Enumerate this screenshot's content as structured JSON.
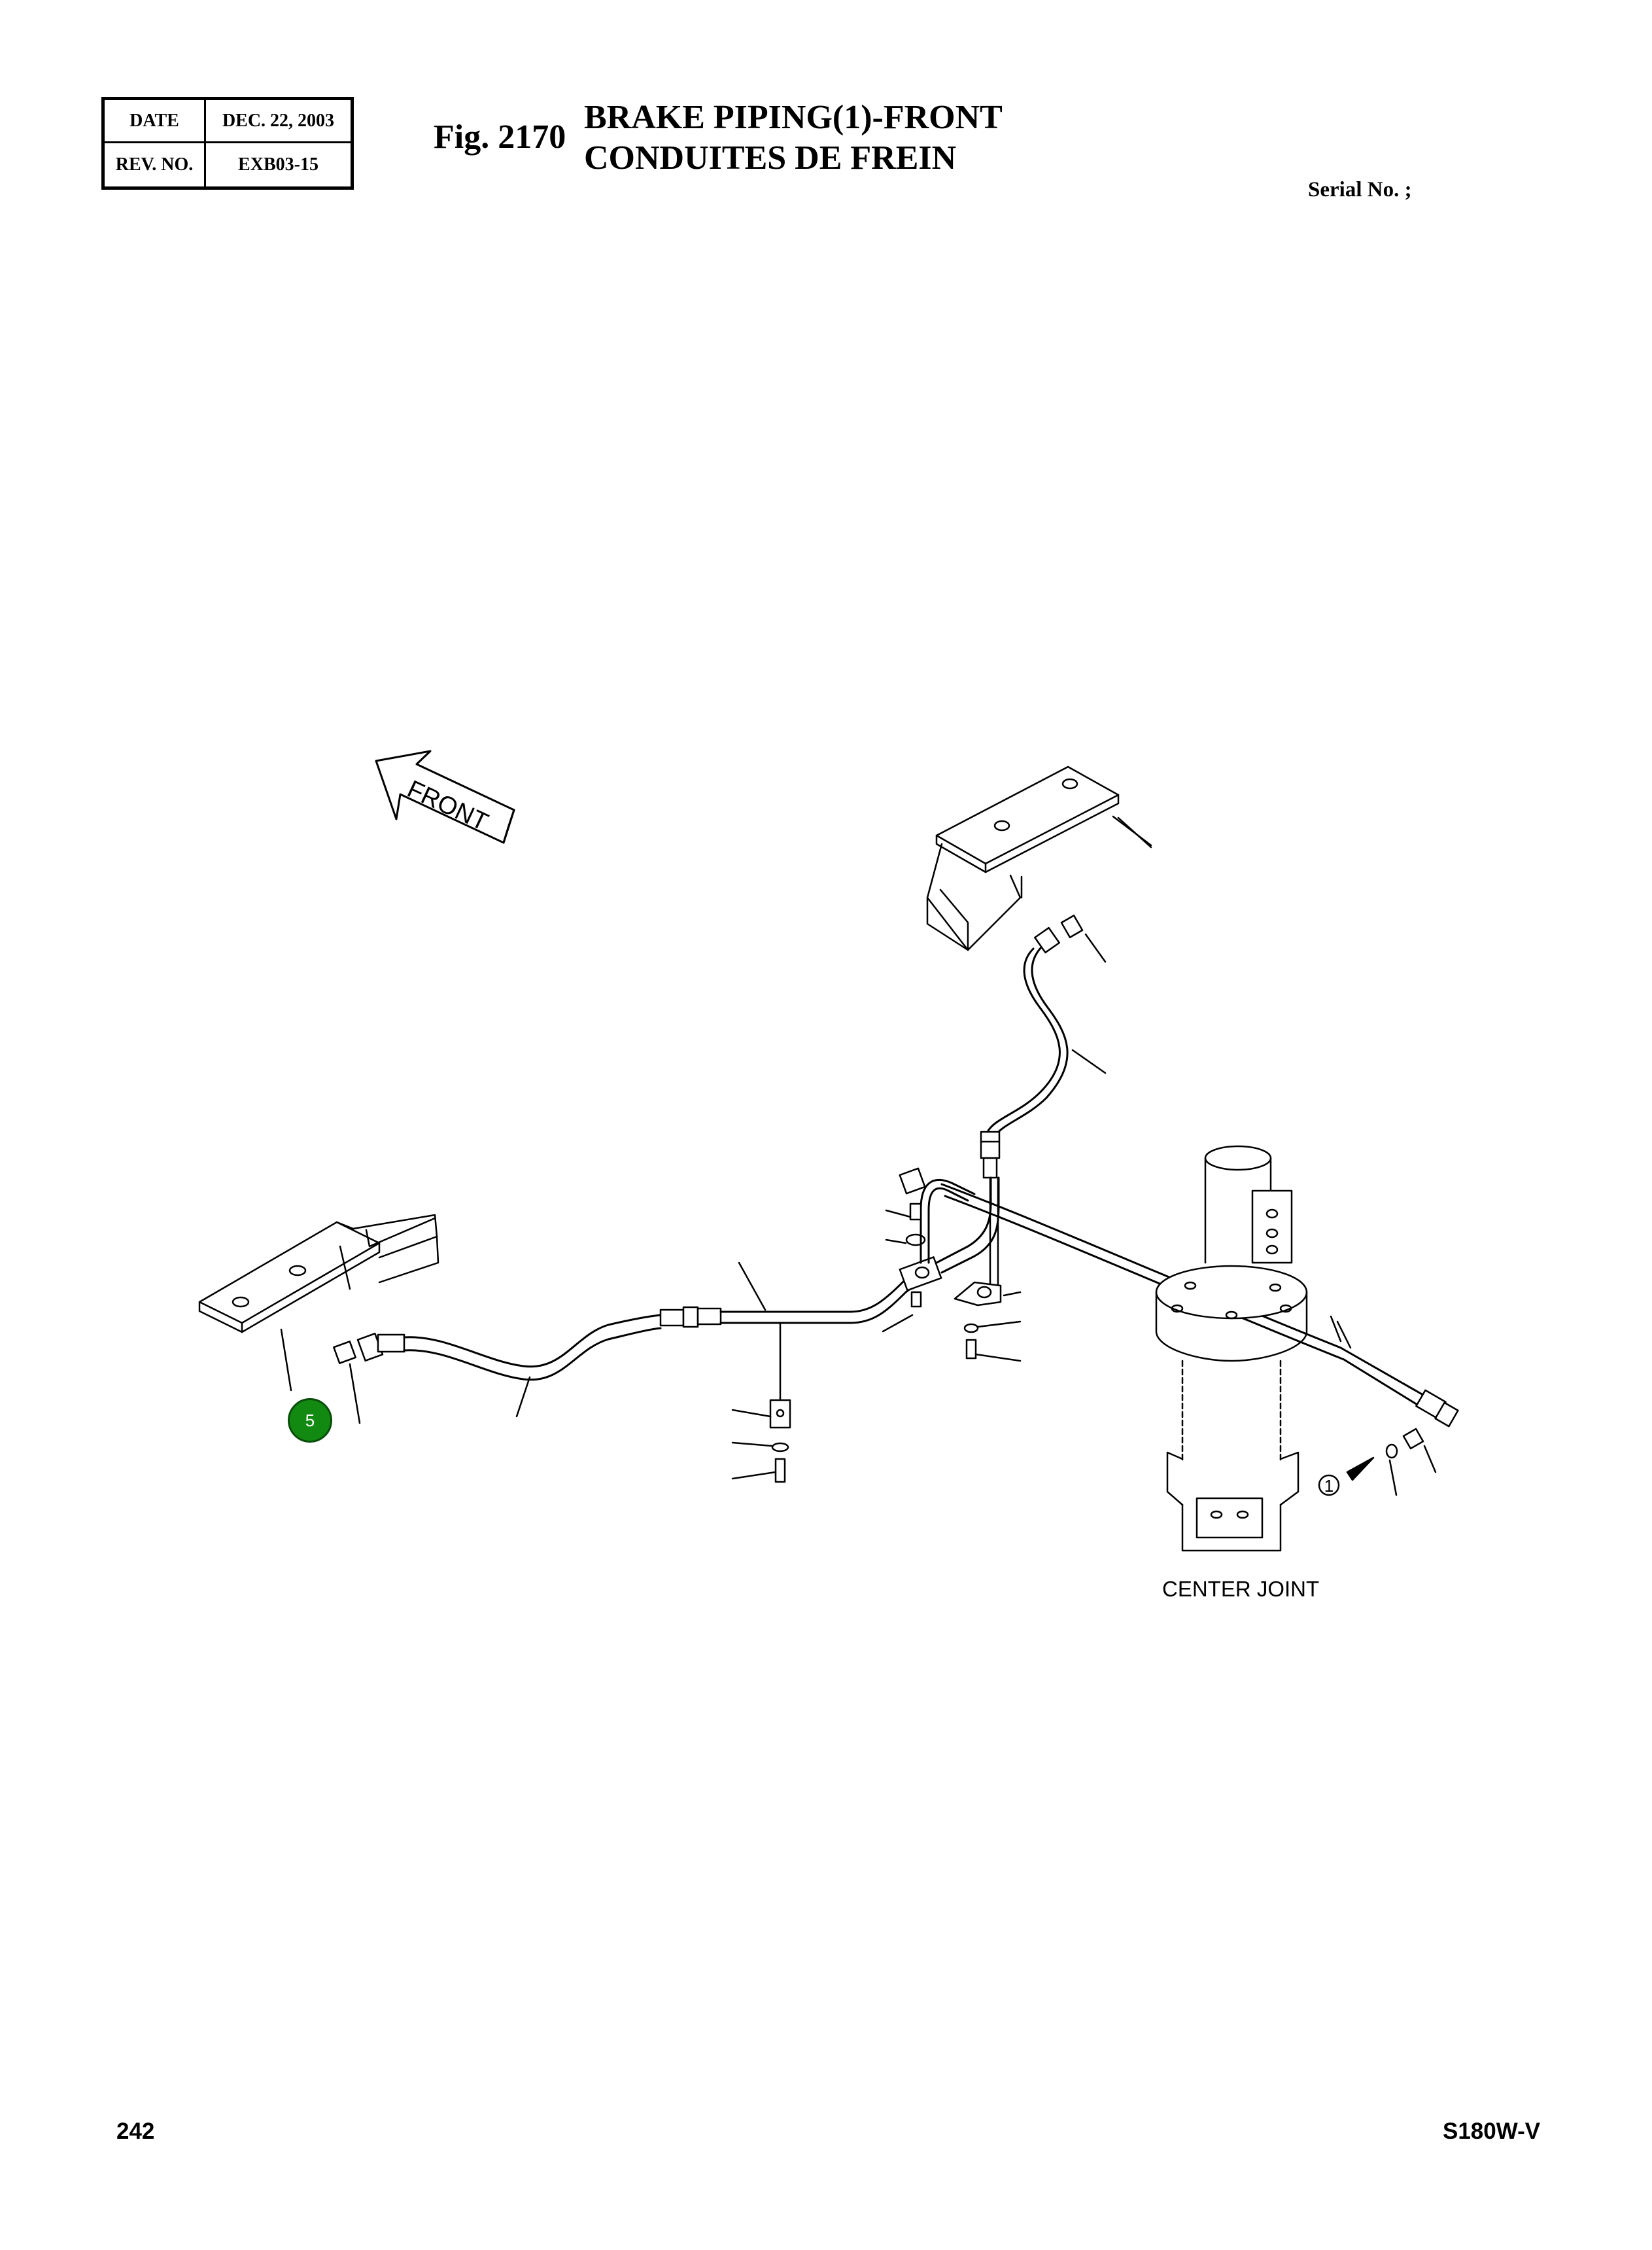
{
  "revision_block": {
    "date_label": "DATE",
    "date_value": "DEC. 22, 2003",
    "rev_label": "REV. NO.",
    "rev_value": "EXB03-15"
  },
  "header": {
    "figure_number": "Fig. 2170",
    "title_en": "BRAKE PIPING(1)-FRONT",
    "title_fr": "CONDUITES DE FREIN",
    "serial_label": "Serial No. ;"
  },
  "diagram": {
    "direction_arrow_label": "FRONT",
    "component_label": "CENTER JOINT",
    "reference_marker": "1",
    "callouts": [
      {
        "number": "5",
        "color": "#128a12"
      }
    ]
  },
  "footer": {
    "page_number": "242",
    "model": "S180W-V"
  }
}
